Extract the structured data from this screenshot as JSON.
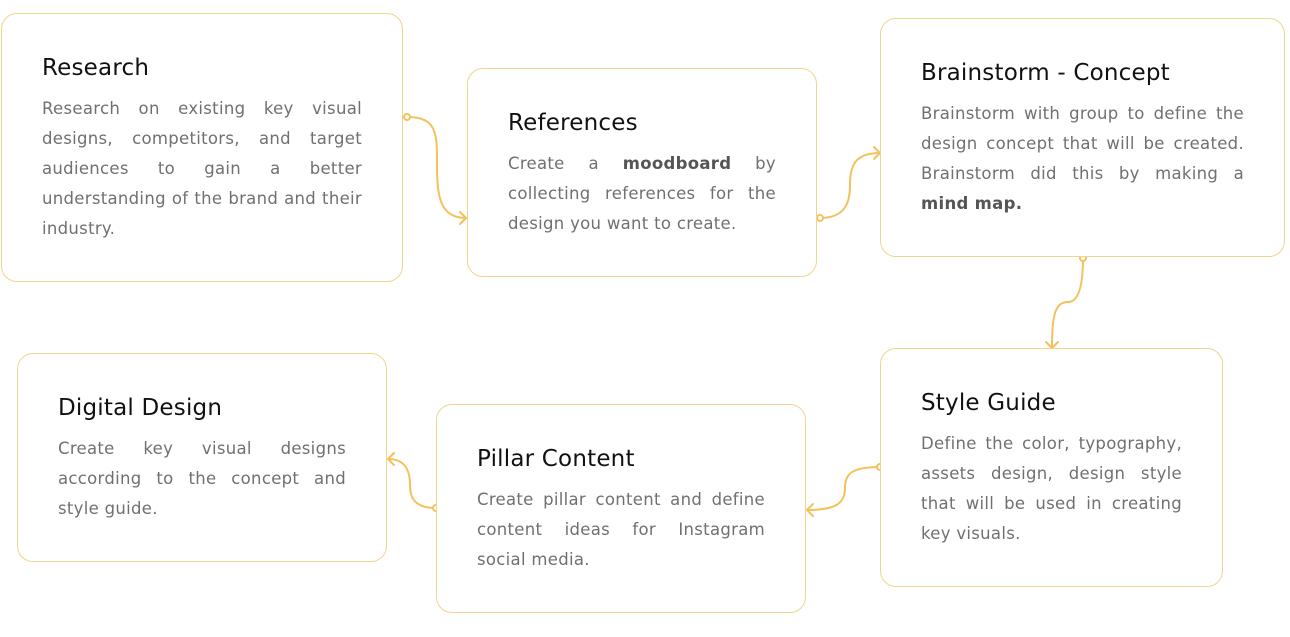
{
  "steps": [
    {
      "id": "research",
      "title": "Research",
      "text": [
        {
          "t": "Research on existing key visual designs, competitors, and target audiences to gain a better understanding of the brand and their industry.",
          "b": false
        }
      ]
    },
    {
      "id": "references",
      "title": "References",
      "text": [
        {
          "t": "Create a ",
          "b": false
        },
        {
          "t": "moodboard",
          "b": true
        },
        {
          "t": " by collecting references for the design you want to create.",
          "b": false
        }
      ]
    },
    {
      "id": "brainstorm",
      "title": "Brainstorm - Concept",
      "text": [
        {
          "t": "Brainstorm with group to define the design concept that will be created. Brainstorm did this by making a ",
          "b": false
        },
        {
          "t": "mind map.",
          "b": true
        }
      ]
    },
    {
      "id": "style-guide",
      "title": "Style Guide",
      "text": [
        {
          "t": "Define the color, typography, assets design, design style that will be used in creating key visuals.",
          "b": false
        }
      ]
    },
    {
      "id": "pillar-content",
      "title": "Pillar Content",
      "text": [
        {
          "t": "Create pillar content and define content ideas for Instagram social media.",
          "b": false
        }
      ]
    },
    {
      "id": "digital-design",
      "title": "Digital Design",
      "text": [
        {
          "t": "Create key visual designs according to the concept and style guide.",
          "b": false
        }
      ]
    }
  ],
  "colors": {
    "accent": "#f2c25c",
    "border": "#f0d58a",
    "title": "#111111",
    "body": "#707070"
  }
}
